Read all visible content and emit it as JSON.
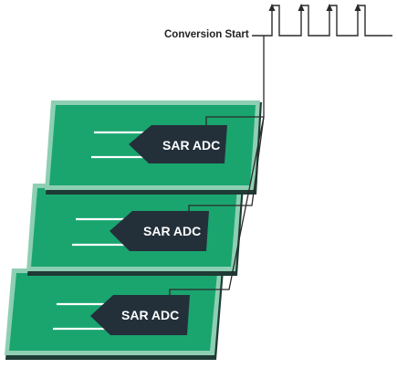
{
  "diagram": {
    "signal_label": "Conversion Start",
    "boards": [
      {
        "adc_label": "SAR ADC"
      },
      {
        "adc_label": "SAR ADC"
      },
      {
        "adc_label": "SAR ADC"
      }
    ],
    "colors": {
      "board_fill": "#1aa56f",
      "board_frame": "#8ecfb3",
      "board_edge": "#1f3b35",
      "adc_fill": "#23303a",
      "wire": "#2a2a2a",
      "pin": "#ffffff"
    }
  }
}
